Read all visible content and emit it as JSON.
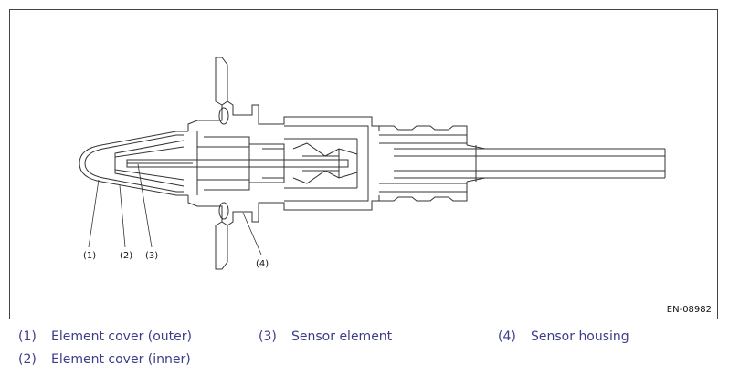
{
  "diagram": {
    "figure_id": "EN-08982",
    "callouts": [
      {
        "number": "(1)",
        "label": "Element cover (outer)"
      },
      {
        "number": "(2)",
        "label": "Element cover (inner)"
      },
      {
        "number": "(3)",
        "label": "Sensor element"
      },
      {
        "number": "(4)",
        "label": "Sensor housing"
      }
    ]
  },
  "colors": {
    "line": "#333333",
    "legend_text": "#3c3c8a"
  }
}
